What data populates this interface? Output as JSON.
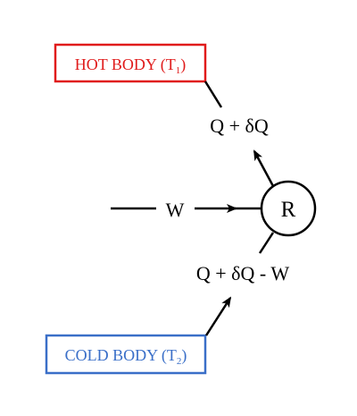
{
  "hot_body": {
    "label": "HOT BODY (T",
    "subscript": "1",
    "close": ")",
    "color": "#e01b1b"
  },
  "cold_body": {
    "label": "COLD BODY (T",
    "subscript": "2",
    "close": ")",
    "color": "#3a6fc8"
  },
  "upper_heat_label": "Q + δQ",
  "lower_heat_label": "Q + δQ - W",
  "work_label": "W",
  "engine_label": "R",
  "line_color": "#000000"
}
